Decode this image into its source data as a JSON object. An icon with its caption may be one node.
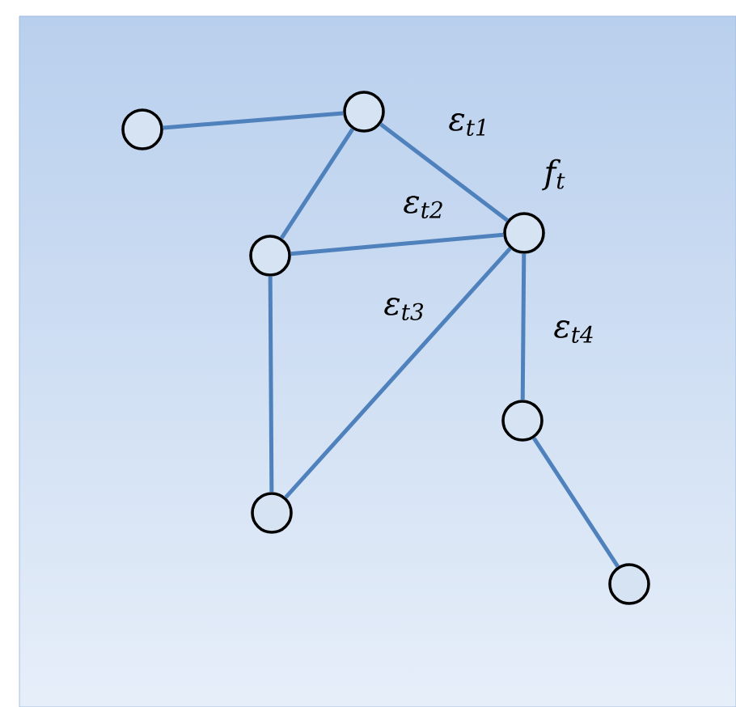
{
  "diagram": {
    "nodes": [
      {
        "text": [],
        "shape": "circle"
      },
      {
        "text": [],
        "shape": "circle"
      },
      {
        "text": [],
        "shape": "circle"
      },
      {
        "text": [],
        "shape": "circle",
        "beside": [
          "f$_{t}$"
        ]
      },
      {
        "text": [],
        "shape": "circle"
      },
      {
        "text": [],
        "shape": "circle"
      },
      {
        "text": [],
        "shape": "circle"
      }
    ],
    "edges": [
      {
        "from": 0,
        "to": 1,
        "arrow": "none"
      },
      {
        "from": 1,
        "to": 3,
        "arrow": "none",
        "label": "ε$_{t1}$"
      },
      {
        "from": 1,
        "to": 2,
        "arrow": "none"
      },
      {
        "from": 2,
        "to": 3,
        "arrow": "none",
        "label": "ε$_{t2}$"
      },
      {
        "from": 2,
        "to": 5,
        "arrow": "none"
      },
      {
        "from": 3,
        "to": 5,
        "arrow": "none",
        "label": "ε$_{t3}$"
      },
      {
        "from": 3,
        "to": 4,
        "arrow": "none",
        "label": "ε$_{t4}$"
      },
      {
        "from": 4,
        "to": 6,
        "arrow": "none"
      }
    ]
  }
}
